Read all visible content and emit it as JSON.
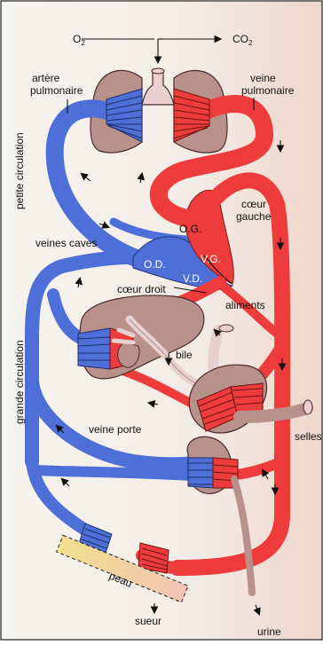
{
  "labels": {
    "o2": "O",
    "o2_sub": "2",
    "co2": "CO",
    "co2_sub": "2",
    "artere": [
      "artère",
      "pulmonaire"
    ],
    "veine_pulm": [
      "veine",
      "pulmonaire"
    ],
    "petite": "petite circulation",
    "grande": "grande circulation",
    "coeur_gauche": [
      "cœur",
      "gauche"
    ],
    "og": "O.G.",
    "vg": "V.G.",
    "od": "O.D.",
    "vd": "V.D.",
    "veines_caves": "veines caves",
    "coeur_droit": "cœur droit",
    "aliments": "aliments",
    "bile": "bile",
    "veine_porte": "veine porte",
    "selles": "selles",
    "peau": "peau",
    "sueur": "sueur",
    "urine": "urine"
  },
  "colors": {
    "arterial": "#ee3b3b",
    "venous": "#4f6fd8",
    "organ": "#b8918a",
    "organ_light": "#e8cfd0",
    "background_left": "#f4f2ee",
    "background_right": "#f2dcd3"
  }
}
